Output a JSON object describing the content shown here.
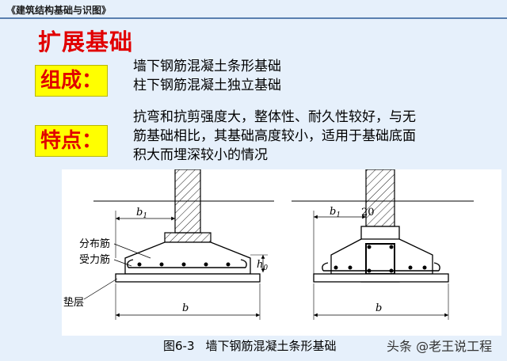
{
  "header": {
    "book_title": "《建筑结构基础与识图》"
  },
  "slide": {
    "title": "扩展基础",
    "composition": {
      "label": "组成：",
      "items": [
        "墙下钢筋混凝土条形基础",
        "柱下钢筋混凝土独立基础"
      ]
    },
    "features": {
      "label": "特点：",
      "lines": [
        "抗弯和抗剪强度大，整体性、耐久性较好，与无",
        "筋基础相比，其基础高度较小，适用于基础底面",
        "积大而埋深较小的情况"
      ]
    }
  },
  "figure": {
    "left_labels": {
      "b1": "b",
      "b1_sub": "1",
      "h0": "h",
      "h0_sub": "0",
      "b": "b",
      "distribution_bar": "分布筋",
      "main_bar": "受力筋",
      "cushion": "垫层"
    },
    "right_labels": {
      "b1": "b",
      "b1_sub": "1",
      "dim_20": "20",
      "b": "b"
    },
    "caption_number": "图6-3",
    "caption_title": "墙下钢筋混凝土条形基础"
  },
  "watermark": "头条 @老王说工程",
  "colors": {
    "title_red": "#e10000",
    "label_yellow": "#ffff00",
    "background": "#e6f0fb",
    "header_line": "#5a7fb0"
  }
}
